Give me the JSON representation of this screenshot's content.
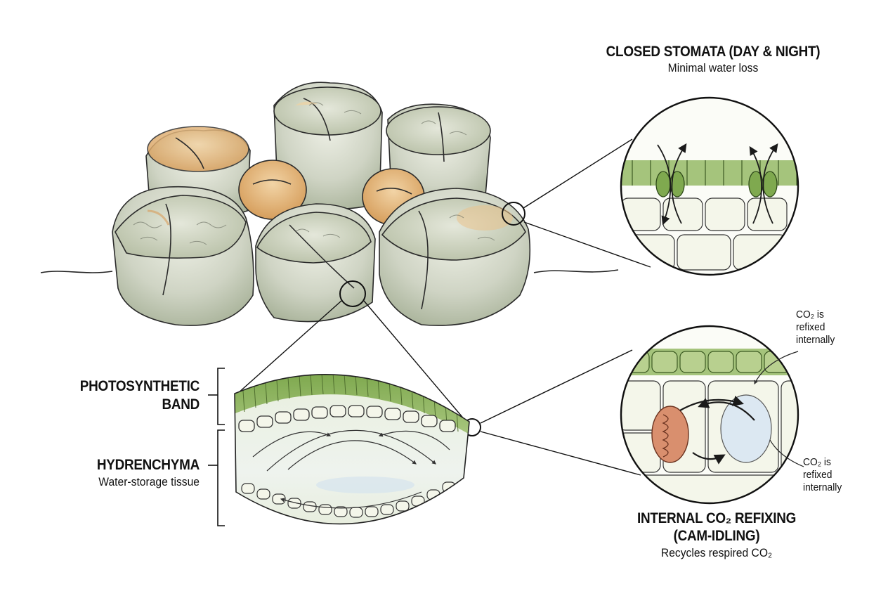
{
  "labels": {
    "stomata_title": "CLOSED STOMATA (DAY & NIGHT)",
    "stomata_sub": "Minimal water loss",
    "photo_line1": "PHOTOSYNTHETIC",
    "photo_line2": "BAND",
    "hydren_title": "HYDRENCHYMA",
    "hydren_sub": "Water-storage tissue",
    "co2_note_top_1": "CO₂ is",
    "co2_note_top_2": "refixed",
    "co2_note_top_3": "internally",
    "co2_note_bottom_1": "CO₂ is",
    "co2_note_bottom_2": "refixed",
    "co2_note_bottom_3": "internally",
    "cam_line1": "INTERNAL CO₂ REFIXING",
    "cam_line2": "(CAM-IDLING)",
    "cam_sub": "Recycles respired CO₂"
  },
  "colors": {
    "plant_gray": "#c9ccbf",
    "plant_green": "#b7c7a2",
    "plant_tan": "#e2b27a",
    "chlorenchyma": "#8fb660",
    "hydrenchyma": "#eef2e4",
    "mitochondrion": "#d98f6e",
    "vacuole": "#dce8f2",
    "ink": "#1a1a1a"
  }
}
